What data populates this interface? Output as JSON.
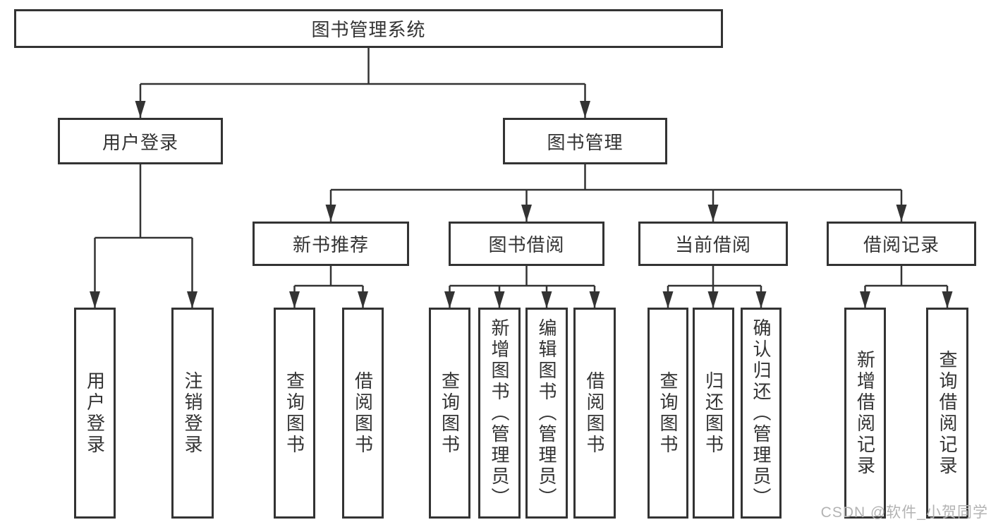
{
  "tree": {
    "root": {
      "label": "图书管理系统"
    },
    "branches": [
      {
        "label": "用户登录",
        "children": [
          {
            "label": "用户登录"
          },
          {
            "label": "注销登录"
          }
        ]
      },
      {
        "label": "图书管理",
        "groups": [
          {
            "label": "新书推荐",
            "children": [
              {
                "label": "查询图书"
              },
              {
                "label": "借阅图书"
              }
            ]
          },
          {
            "label": "图书借阅",
            "children": [
              {
                "label": "查询图书"
              },
              {
                "label": "新增图书（管理员）"
              },
              {
                "label": "编辑图书（管理员）"
              },
              {
                "label": "借阅图书"
              }
            ]
          },
          {
            "label": "当前借阅",
            "children": [
              {
                "label": "查询图书"
              },
              {
                "label": "归还图书"
              },
              {
                "label": "确认归还（管理员）"
              }
            ]
          },
          {
            "label": "借阅记录",
            "children": [
              {
                "label": "新增借阅记录"
              },
              {
                "label": "查询借阅记录"
              }
            ]
          }
        ]
      }
    ]
  },
  "watermark": "CSDN @软件_小贺同学",
  "colors": {
    "line": "#333333",
    "text": "#333333",
    "watermark": "#b3b3b3",
    "background": "#ffffff"
  }
}
